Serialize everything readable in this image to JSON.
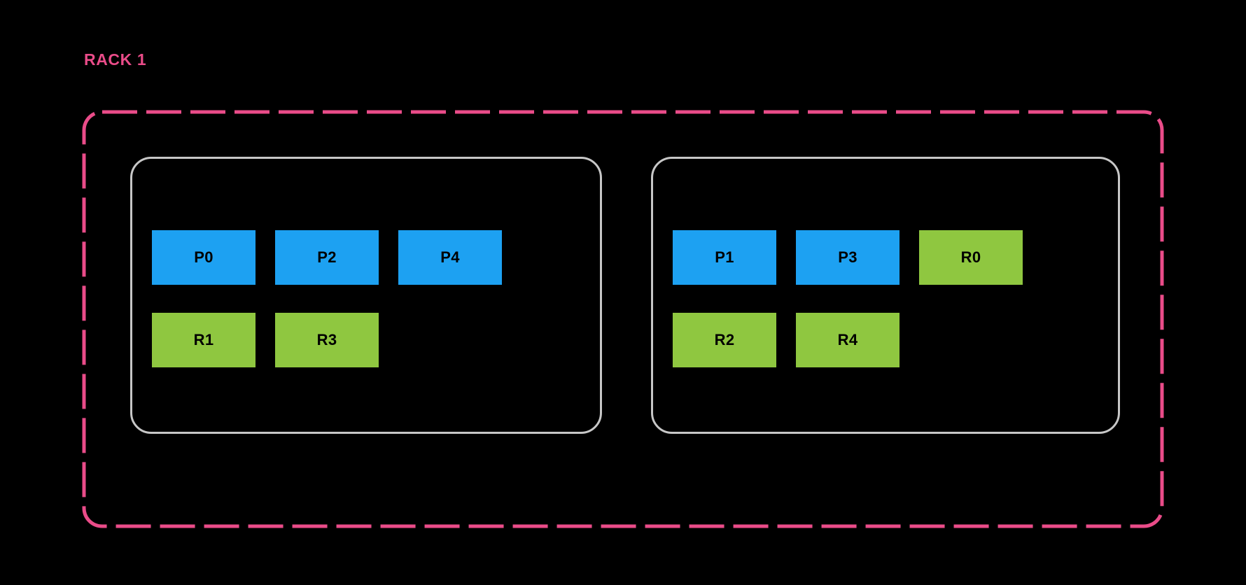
{
  "diagram": {
    "type": "rack-partition-layout",
    "background_color": "#000000",
    "rack": {
      "label": "RACK 1",
      "label_color": "#ea4c89",
      "border_style": "dashed",
      "border_color": "#ea4c89"
    },
    "legend_colors": {
      "primary": "#1da1f2",
      "replica": "#8fc740",
      "node_border": "#c7c7c7",
      "chip_text": "#000000"
    },
    "nodes": [
      {
        "id": "node-1",
        "rows": [
          {
            "kind": "primary",
            "chips": [
              {
                "label": "P0",
                "kind": "primary"
              },
              {
                "label": "P2",
                "kind": "primary"
              },
              {
                "label": "P4",
                "kind": "primary"
              }
            ]
          },
          {
            "kind": "replica",
            "chips": [
              {
                "label": "R1",
                "kind": "replica"
              },
              {
                "label": "R3",
                "kind": "replica"
              }
            ]
          }
        ]
      },
      {
        "id": "node-2",
        "rows": [
          {
            "kind": "mixed",
            "chips": [
              {
                "label": "P1",
                "kind": "primary"
              },
              {
                "label": "P3",
                "kind": "primary"
              },
              {
                "label": "R0",
                "kind": "replica"
              }
            ]
          },
          {
            "kind": "replica",
            "chips": [
              {
                "label": "R2",
                "kind": "replica"
              },
              {
                "label": "R4",
                "kind": "replica"
              }
            ]
          }
        ]
      }
    ]
  }
}
